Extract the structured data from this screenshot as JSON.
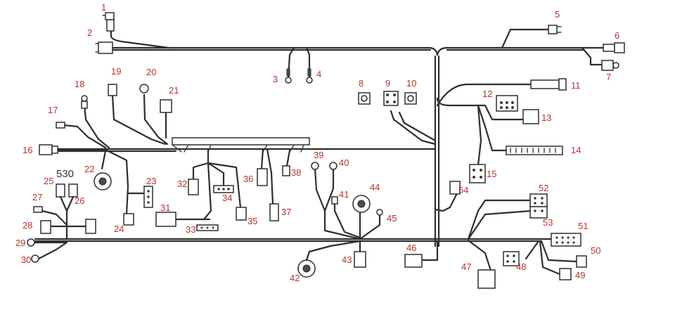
{
  "colors": {
    "callout": "#b8322e",
    "wire": "#2e2e2e"
  },
  "diagram": {
    "code_label": "530",
    "callouts": [
      "1",
      "2",
      "3",
      "4",
      "5",
      "6",
      "7",
      "8",
      "9",
      "10",
      "11",
      "12",
      "13",
      "14",
      "15",
      "16",
      "17",
      "18",
      "19",
      "20",
      "21",
      "22",
      "23",
      "24",
      "25",
      "26",
      "27",
      "28",
      "29",
      "30",
      "31",
      "32",
      "33",
      "34",
      "35",
      "36",
      "37",
      "38",
      "39",
      "40",
      "41",
      "42",
      "43",
      "44",
      "45",
      "46",
      "47",
      "48",
      "49",
      "50",
      "51",
      "52",
      "53",
      "54"
    ]
  }
}
